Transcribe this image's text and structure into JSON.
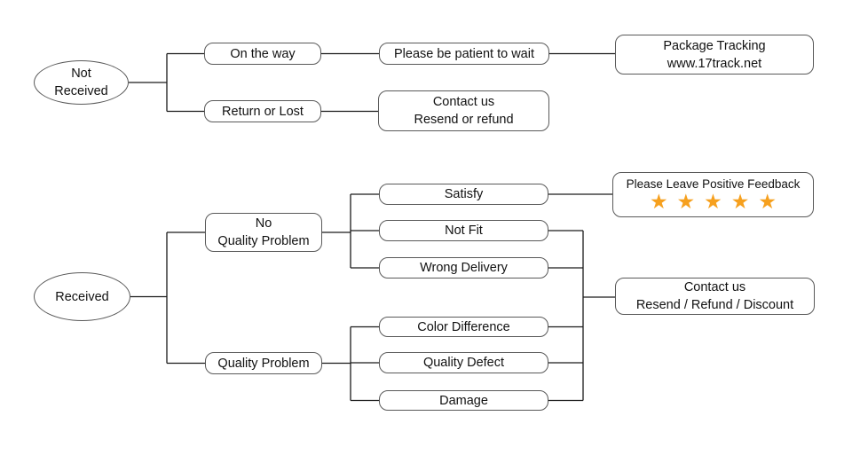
{
  "colors": {
    "background": "#ffffff",
    "line": "#1a1a1a",
    "box_border": "#595959",
    "text": "#111111",
    "star": "#F6A01E"
  },
  "nodes": {
    "not_received": {
      "label": "Not\nReceived"
    },
    "received": {
      "label": "Received"
    },
    "on_the_way": {
      "label": "On the way"
    },
    "return_or_lost": {
      "label": "Return or Lost"
    },
    "please_be_patient": {
      "label": "Please be patient to wait"
    },
    "package_tracking": {
      "label": "Package Tracking\nwww.17track.net"
    },
    "contact_resend_refund": {
      "label": "Contact us\nResend or refund"
    },
    "no_quality_problem": {
      "label": "No\nQuality Problem"
    },
    "quality_problem": {
      "label": "Quality Problem"
    },
    "satisfy": {
      "label": "Satisfy"
    },
    "not_fit": {
      "label": "Not Fit"
    },
    "wrong_delivery": {
      "label": "Wrong Delivery"
    },
    "color_difference": {
      "label": "Color Difference"
    },
    "quality_defect": {
      "label": "Quality Defect"
    },
    "damage": {
      "label": "Damage"
    },
    "positive_feedback": {
      "label": "Please Leave Positive Feedback",
      "stars": "★★★★★",
      "star_count": 5
    },
    "contact_resend_refund_discount": {
      "label": "Contact us\nResend / Refund / Discount"
    }
  }
}
